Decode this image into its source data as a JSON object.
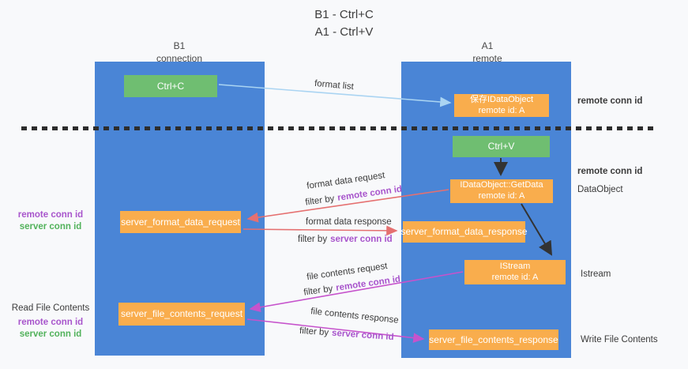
{
  "title": {
    "line1": "B1 - Ctrl+C",
    "line2": "A1 - Ctrl+V"
  },
  "lanes": {
    "left": {
      "name": "B1",
      "role": "connection"
    },
    "right": {
      "name": "A1",
      "role": "remote"
    }
  },
  "boxes": {
    "ctrl_c": "Ctrl+C",
    "save_idataobject": {
      "title": "保存IDataObject",
      "subtitle": "remote id: A"
    },
    "ctrl_v": "Ctrl+V",
    "idataobject_getdata": {
      "title": "IDataObject::GetData",
      "subtitle": "remote id: A"
    },
    "server_format_data_request": "server_format_data_request",
    "server_format_data_response": "server_format_data_response",
    "istream": {
      "title": "IStream",
      "subtitle": "remote id: A"
    },
    "server_file_contents_request": "server_file_contents_request",
    "server_file_contents_response": "server_file_contents_response"
  },
  "arrow_labels": {
    "format_list": "format list",
    "format_data_request": "format data request",
    "format_data_response": "format data response",
    "file_contents_request": "file contents request",
    "file_contents_response": "file contents response",
    "filter_by": "filter by",
    "remote_conn_id": "remote conn id",
    "server_conn_id": "server conn id"
  },
  "side_labels": {
    "left": {
      "remote_conn_id": "remote conn id",
      "server_conn_id": "server conn id",
      "read_file_contents": "Read File Contents"
    },
    "right": {
      "remote_conn_id": "remote conn id",
      "dataobject": "DataObject",
      "istream": "Istream",
      "write_file_contents": "Write File Contents"
    }
  },
  "colors": {
    "lane_blue": "#4a85d6",
    "box_green": "#6fbe71",
    "box_orange": "#f9ad4d",
    "arrow_red": "#e57070",
    "arrow_magenta": "#c653cc",
    "arrow_light_blue": "#aad4f2",
    "text_purple": "#a855cc",
    "text_green": "#52b25b"
  }
}
